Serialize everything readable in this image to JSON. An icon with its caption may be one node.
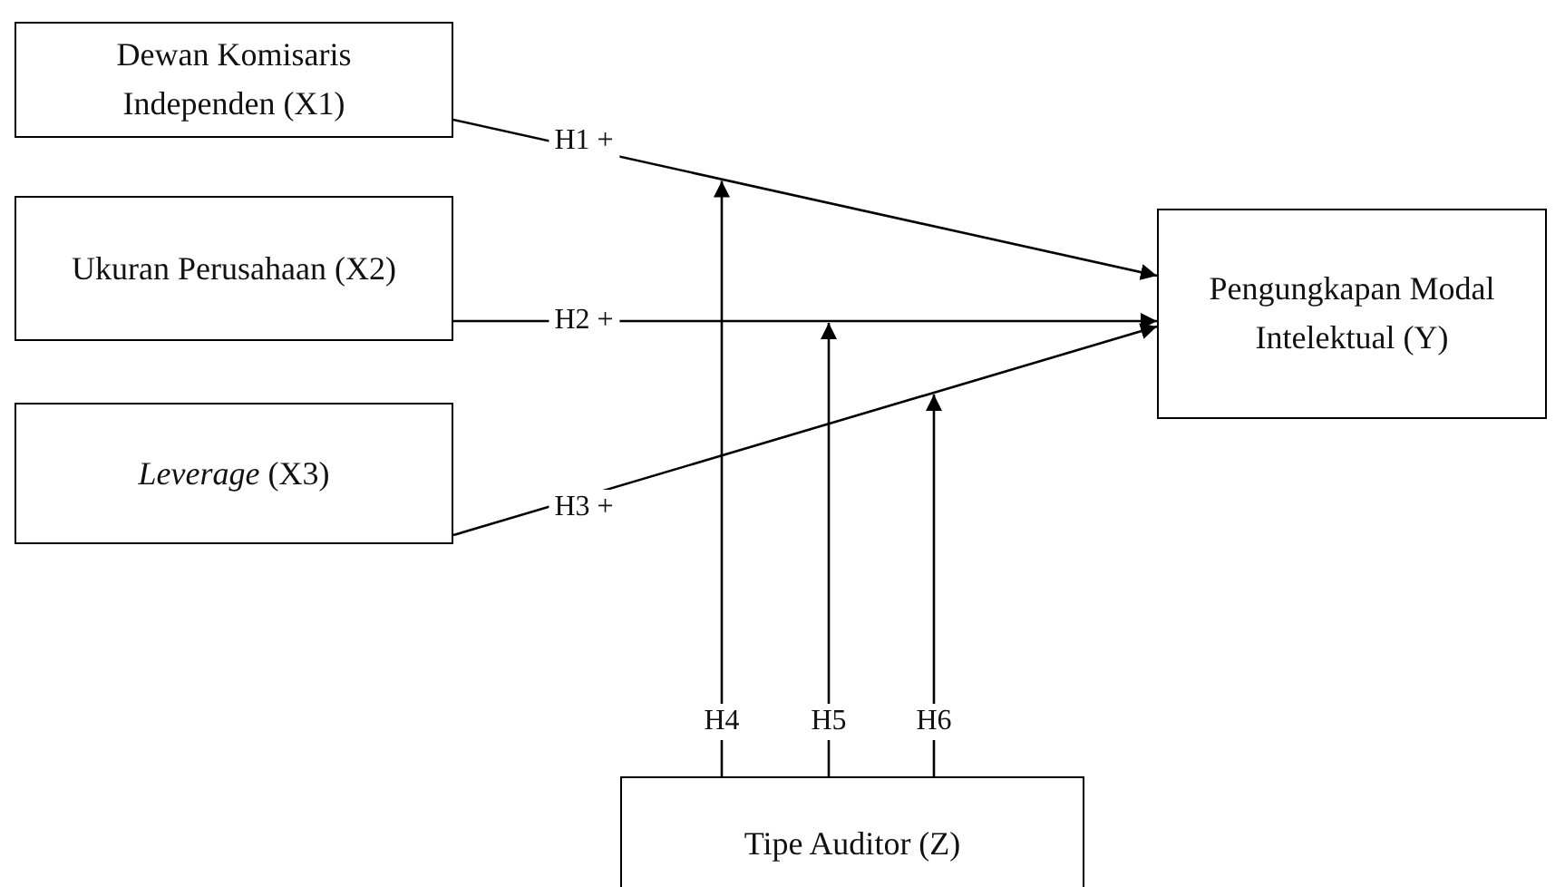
{
  "diagram": {
    "nodes": [
      {
        "text": [
          "Dewan Komisaris Independen (X1)"
        ]
      },
      {
        "text": [
          "Ukuran Perusahaan (X2)"
        ]
      },
      {
        "text": [
          "*Leverage* (X3)"
        ]
      },
      {
        "text": [
          "Pengungkapan Modal Intelektual (Y)"
        ]
      },
      {
        "text": [
          "Tipe Auditor (Z)"
        ]
      }
    ],
    "edges": [
      {
        "from": 0,
        "to": 3,
        "arrow": "to",
        "label": "H1 +"
      },
      {
        "from": 1,
        "to": 3,
        "arrow": "to",
        "label": "H2 +"
      },
      {
        "from": 2,
        "to": 3,
        "arrow": "to",
        "label": "H3 +"
      },
      {
        "from": 4,
        "to": null,
        "arrow": "to",
        "label": "H4"
      },
      {
        "from": 4,
        "to": null,
        "arrow": "to",
        "label": "H5"
      },
      {
        "from": 4,
        "to": null,
        "arrow": "to",
        "label": "H6"
      }
    ]
  }
}
